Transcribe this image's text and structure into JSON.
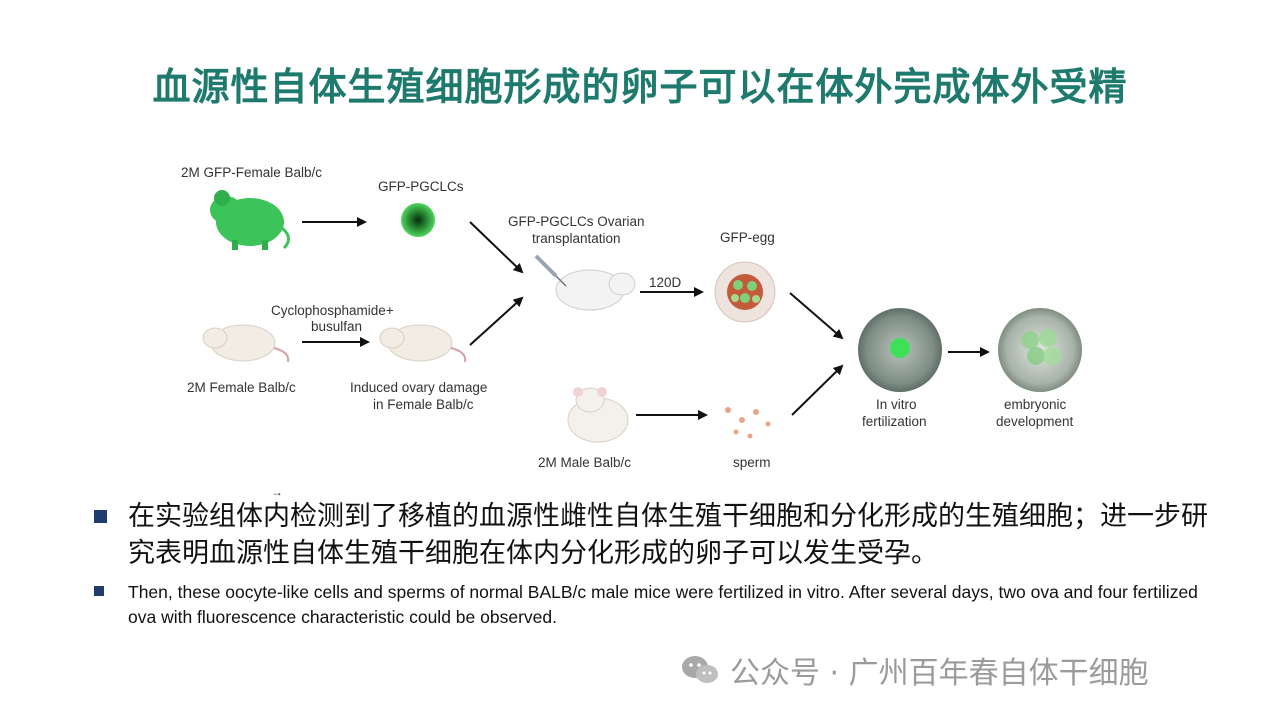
{
  "title": "血源性自体生殖细胞形成的卵子可以在体外完成体外受精",
  "diagram": {
    "gfp_female": "2M GFP-Female Balb/c",
    "gfp_pgclcs": "GFP-PGCLCs",
    "transplant_line1": "GFP-PGCLCs Ovarian",
    "transplant_line2": "transplantation",
    "drug_line1": "Cyclophosphamide+",
    "drug_line2": "busulfan",
    "female": "2M Female Balb/c",
    "damage_line1": "Induced ovary damage",
    "damage_line2": "in Female Balb/c",
    "days": "120D",
    "gfp_egg": "GFP-egg",
    "male": "2M Male Balb/c",
    "sperm": "sperm",
    "ivf_line1": "In vitro",
    "ivf_line2": "fertilization",
    "embryo_line1": "embryonic",
    "embryo_line2": "development"
  },
  "bullets": {
    "zh": "在实验组体内检测到了移植的血源性雌性自体生殖干细胞和分化形成的生殖细胞；进一步研究表明血源性自体生殖干细胞在体内分化形成的卵子可以发生受孕。",
    "en": "Then, these oocyte-like cells and sperms of normal BALB/c male mice were fertilized in vitro. After several days, two ova and four fertilized ova with fluorescence characteristic could be observed."
  },
  "watermark": "公众号 · 广州百年春自体干细胞",
  "colors": {
    "title": "#1f7a6e",
    "bullet": "#1f3c6e",
    "gfp": "#3cc45a"
  }
}
